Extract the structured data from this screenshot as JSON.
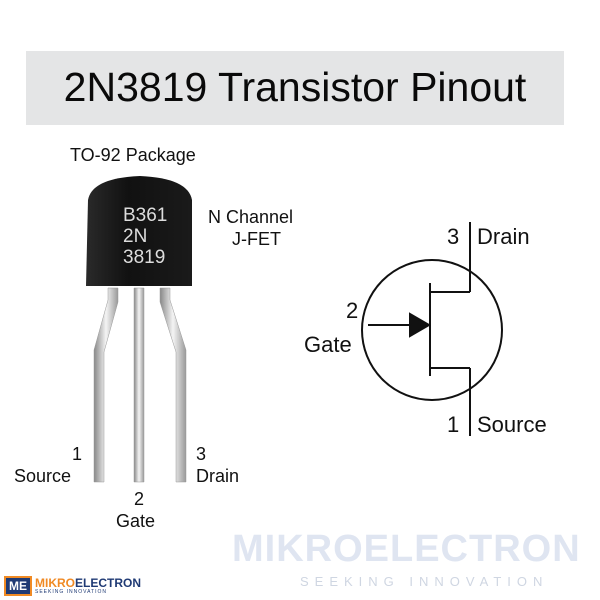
{
  "title": "2N3819 Transistor Pinout",
  "package_label": "TO-92 Package",
  "body_marking": [
    "B361",
    "2N",
    "3819"
  ],
  "type_label": [
    "N Channel",
    "J-FET"
  ],
  "package_pins": {
    "source_num": "1",
    "source": "Source",
    "gate_num": "2",
    "gate": "Gate",
    "drain_num": "3",
    "drain": "Drain"
  },
  "symbol_pins": {
    "drain_num": "3",
    "drain": "Drain",
    "gate_num": "2",
    "gate": "Gate",
    "source_num": "1",
    "source": "Source"
  },
  "watermark": {
    "name": "MIKROELECTRON",
    "tagline": "SEEKING INNOVATION"
  },
  "logo": {
    "mark": "ME",
    "name_a": "MIKRO",
    "name_b": "ELECTRON",
    "tagline": "SEEKING INNOVATION"
  }
}
